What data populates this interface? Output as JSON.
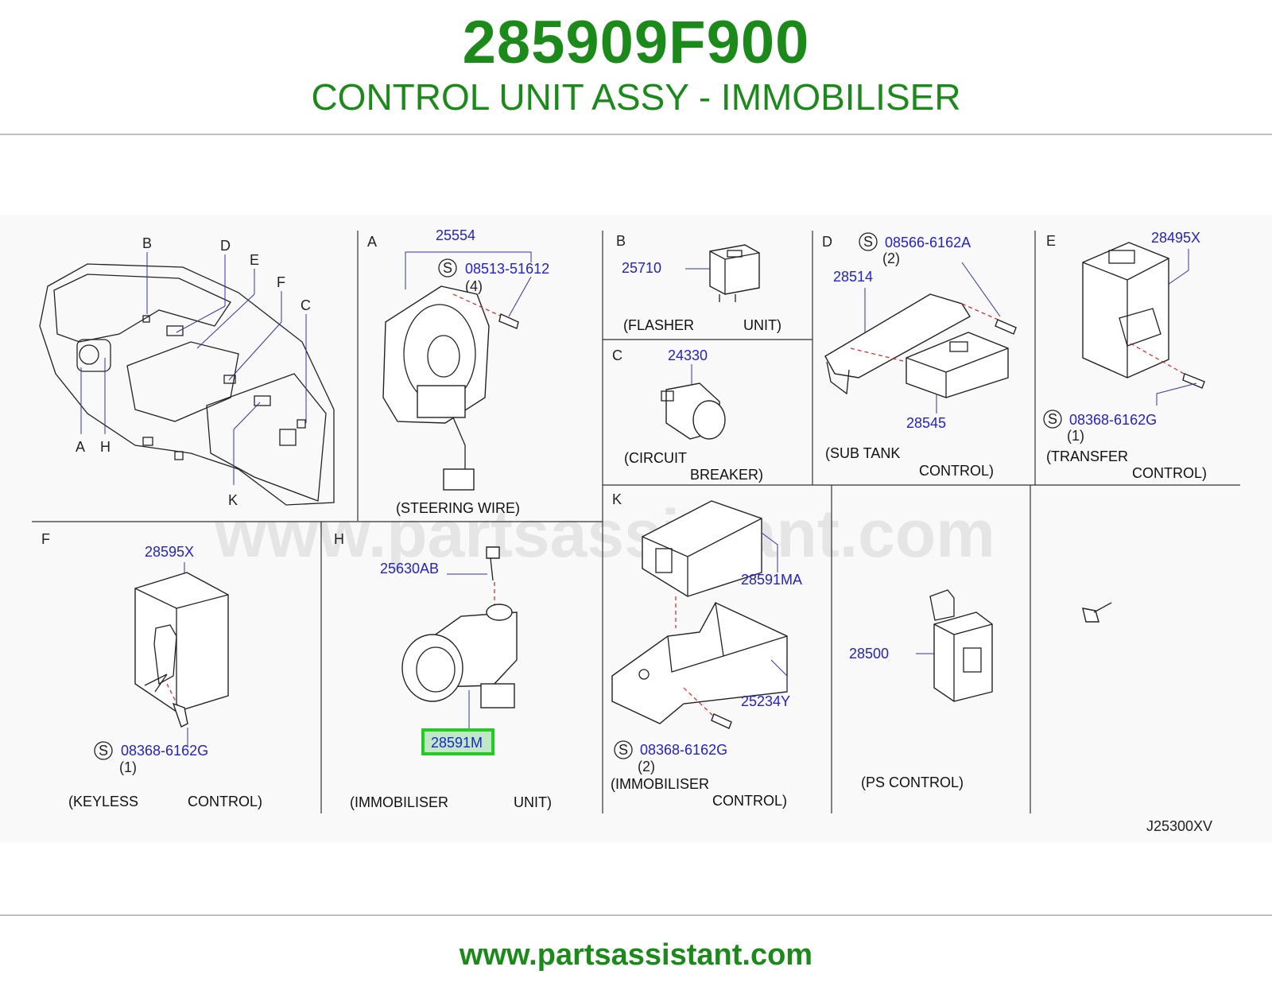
{
  "header": {
    "part_number": "285909F900",
    "title": "CONTROL UNIT ASSY - IMMOBILISER"
  },
  "footer": {
    "url": "www.partsassistant.com"
  },
  "watermark": "www.partsassistant.com",
  "diagram_code": "J25300XV",
  "colors": {
    "brand_green": "#1b8a1b",
    "part_number_blue": "#2222cc",
    "highlight_green": "#22cc22"
  },
  "overview_letters": [
    "B",
    "D",
    "E",
    "F",
    "C",
    "A",
    "H",
    "K"
  ],
  "sections": {
    "A": {
      "letter": "A",
      "parts": [
        "25554",
        "08513-51612"
      ],
      "qty": "(4)",
      "caption": "(STEERING   WIRE)"
    },
    "B": {
      "letter": "B",
      "parts": [
        "25710"
      ],
      "caption_left": "(FLASHER",
      "caption_right": "UNIT)"
    },
    "C": {
      "letter": "C",
      "parts": [
        "24330"
      ],
      "caption_left": "(CIRCUIT",
      "caption_right": "BREAKER)"
    },
    "D": {
      "letter": "D",
      "parts": [
        "08566-6162A",
        "28514",
        "28545"
      ],
      "qty": "(2)",
      "caption_left": "(SUB   TANK",
      "caption_right": "CONTROL)"
    },
    "E": {
      "letter": "E",
      "parts": [
        "28495X",
        "08368-6162G"
      ],
      "qty": "(1)",
      "caption_left": "(TRANSFER",
      "caption_right": "CONTROL)"
    },
    "F": {
      "letter": "F",
      "parts": [
        "28595X",
        "08368-6162G"
      ],
      "qty": "(1)",
      "caption_left": "(KEYLESS",
      "caption_right": "CONTROL)"
    },
    "H": {
      "letter": "H",
      "parts": [
        "25630AB",
        "28591M"
      ],
      "caption_left": "(IMMOBILISER",
      "caption_right": "UNIT)"
    },
    "K": {
      "letter": "K",
      "parts": [
        "28591MA",
        "25234Y",
        "08368-6162G"
      ],
      "qty": "(2)",
      "caption_left": "(IMMOBILISER",
      "caption_right": "CONTROL)"
    },
    "PS": {
      "parts": [
        "28500"
      ],
      "caption": "(PS   CONTROL)"
    }
  },
  "screw_marker": "S",
  "highlighted_part": "28591M"
}
